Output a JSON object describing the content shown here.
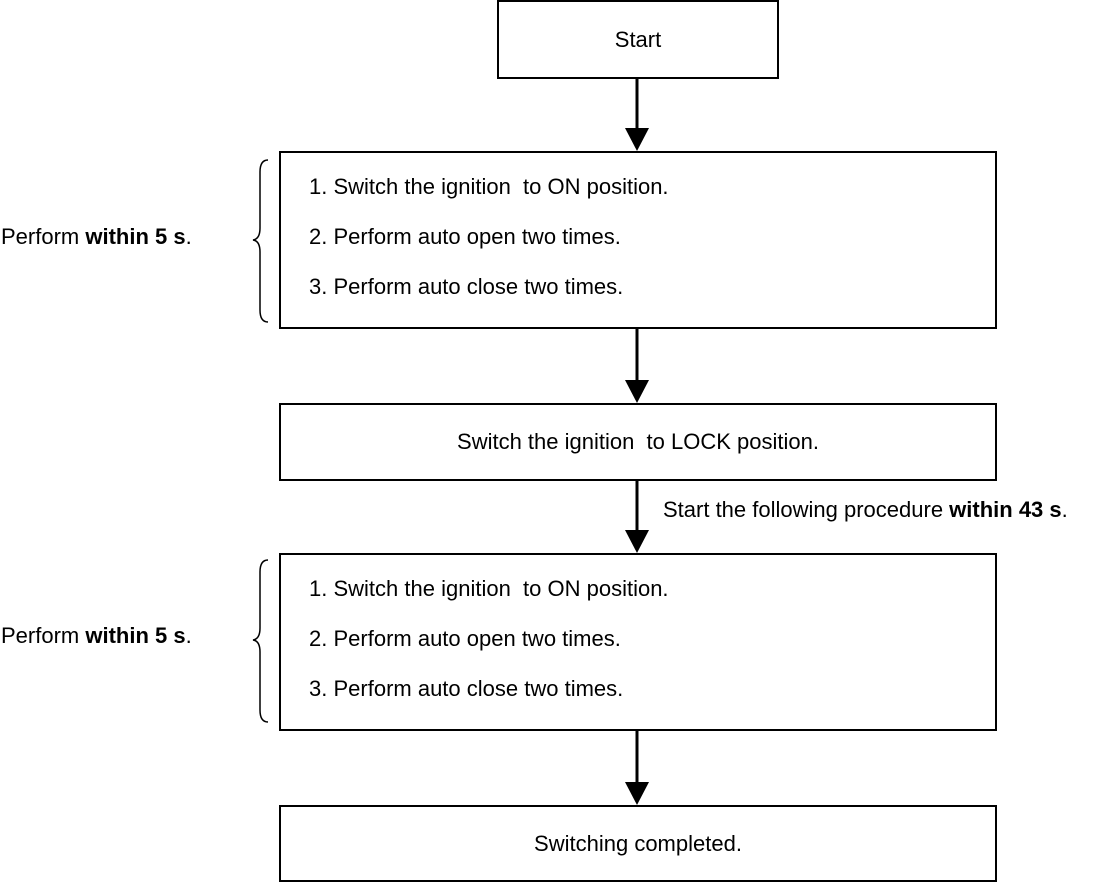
{
  "start_box": {
    "label": "Start"
  },
  "step_group_1": {
    "items": [
      {
        "num": "1.",
        "text": "Switch the ignition  to ON position."
      },
      {
        "num": "2.",
        "text": "Perform auto open two times."
      },
      {
        "num": "3.",
        "text": "Perform auto close two times."
      }
    ],
    "note": {
      "prefix": "Perform ",
      "bold": "within 5 s",
      "suffix": "."
    }
  },
  "lock_box": {
    "label": "Switch the ignition  to LOCK position."
  },
  "procedure_note": {
    "prefix": "Start the following procedure ",
    "bold": "within 43 s",
    "suffix": "."
  },
  "step_group_2": {
    "items": [
      {
        "num": "1.",
        "text": "Switch the ignition  to ON position."
      },
      {
        "num": "2.",
        "text": "Perform auto open two times."
      },
      {
        "num": "3.",
        "text": "Perform auto close two times."
      }
    ],
    "note": {
      "prefix": "Perform ",
      "bold": "within 5 s",
      "suffix": "."
    }
  },
  "end_box": {
    "label": "Switching completed."
  },
  "colors": {
    "line": "#000000",
    "background": "#ffffff"
  }
}
